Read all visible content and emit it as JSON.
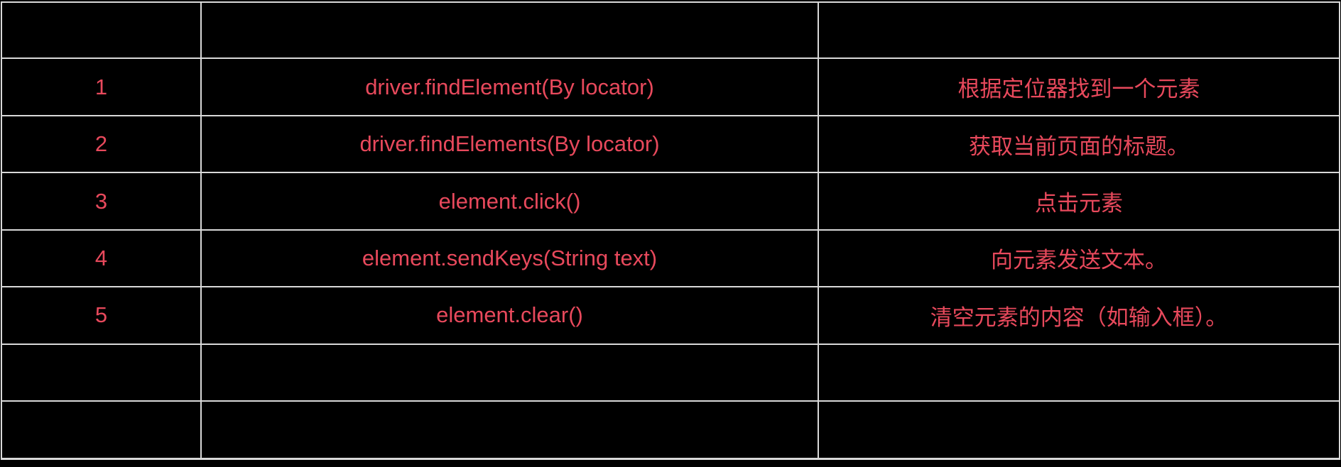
{
  "app": {
    "background_color": "#000000",
    "grid_color": "#d9d9d9",
    "text_color": "#e8495c"
  },
  "table": {
    "header": {
      "num": "",
      "method": "",
      "description": ""
    },
    "rows": [
      {
        "num": "1",
        "method": "driver.findElement(By locator)",
        "description": "根据定位器找到一个元素"
      },
      {
        "num": "2",
        "method": "driver.findElements(By locator)",
        "description": "获取当前页面的标题。"
      },
      {
        "num": "3",
        "method": "element.click()",
        "description": "点击元素"
      },
      {
        "num": "4",
        "method": "element.sendKeys(String text)",
        "description": "向元素发送文本。"
      },
      {
        "num": "5",
        "method": "element.clear()",
        "description": "清空元素的内容（如输入框）。"
      },
      {
        "num": "",
        "method": "",
        "description": ""
      },
      {
        "num": "",
        "method": "",
        "description": ""
      }
    ]
  }
}
